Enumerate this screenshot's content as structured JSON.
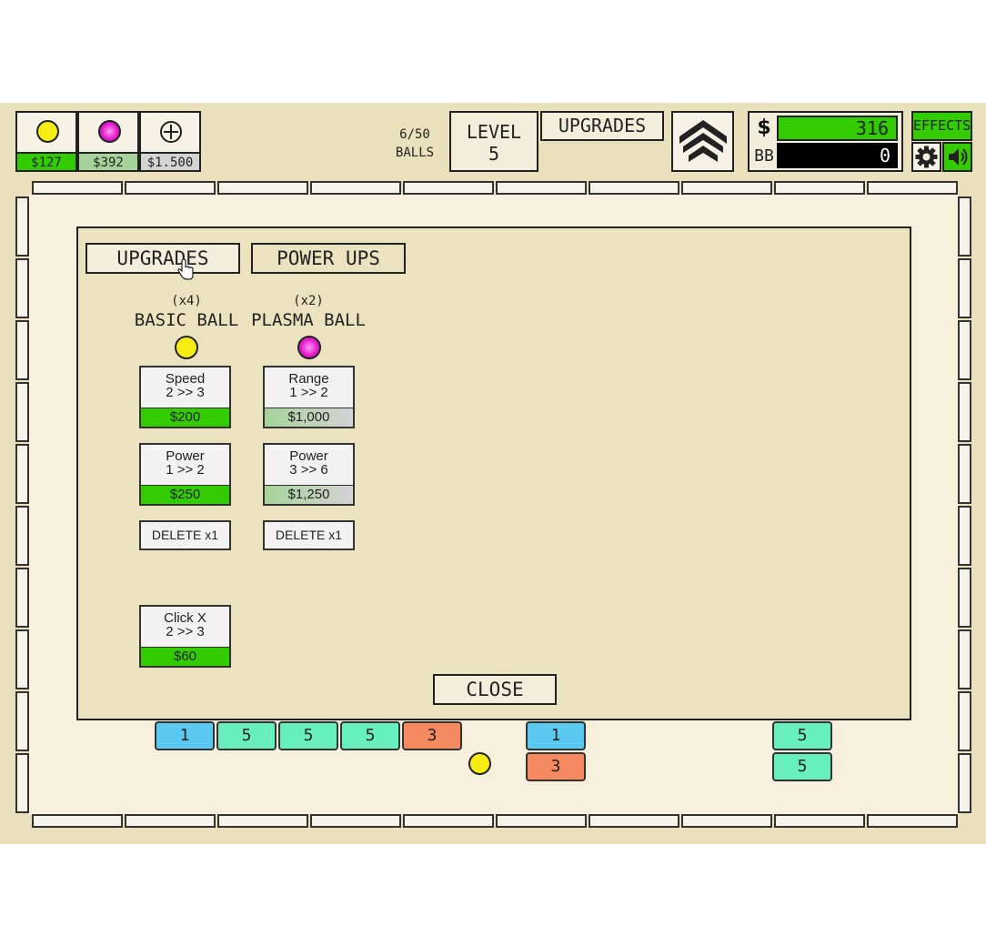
{
  "colors": {
    "accent_green": "#33cc00",
    "muted_green": "#a6d39a",
    "cyan_tile": "#5bc8f0",
    "mint_tile": "#67f0bd",
    "orange_tile": "#f58a60"
  },
  "shop": {
    "basic_price": "$127",
    "plasma_price": "$392",
    "add_price": "$1.500"
  },
  "hud": {
    "balls_count": "6/50",
    "balls_label": "BALLS",
    "level_label": "LEVEL",
    "level_value": "5",
    "upgrades_label": "UPGRADES",
    "money_symbol": "$",
    "money_value": "316",
    "bb_label": "BB",
    "bb_value": "0",
    "effects_label": "EFFECTS"
  },
  "panel": {
    "tab_upgrades": "UPGRADES",
    "tab_powerups": "POWER UPS",
    "basic": {
      "count": "(x4)",
      "name": "BASIC BALL",
      "speed_title": "Speed",
      "speed_change": "2 >> 3",
      "speed_price": "$200",
      "power_title": "Power",
      "power_change": "1 >> 2",
      "power_price": "$250",
      "delete_label": "DELETE x1"
    },
    "plasma": {
      "count": "(x2)",
      "name": "PLASMA BALL",
      "range_title": "Range",
      "range_change": "1 >> 2",
      "range_price": "$1,000",
      "power_title": "Power",
      "power_change": "3 >> 6",
      "power_price": "$1,250",
      "delete_label": "DELETE x1"
    },
    "click": {
      "title": "Click X",
      "change": "2 >> 3",
      "price": "$60"
    },
    "close_label": "CLOSE"
  },
  "bricks": [
    {
      "value": "1",
      "color": "cyan"
    },
    {
      "value": "5",
      "color": "mint"
    },
    {
      "value": "5",
      "color": "mint"
    },
    {
      "value": "5",
      "color": "mint"
    },
    {
      "value": "3",
      "color": "orange"
    },
    {
      "value": "1",
      "color": "cyan"
    },
    {
      "value": "3",
      "color": "orange"
    },
    {
      "value": "5",
      "color": "mint"
    },
    {
      "value": "5",
      "color": "mint"
    }
  ]
}
